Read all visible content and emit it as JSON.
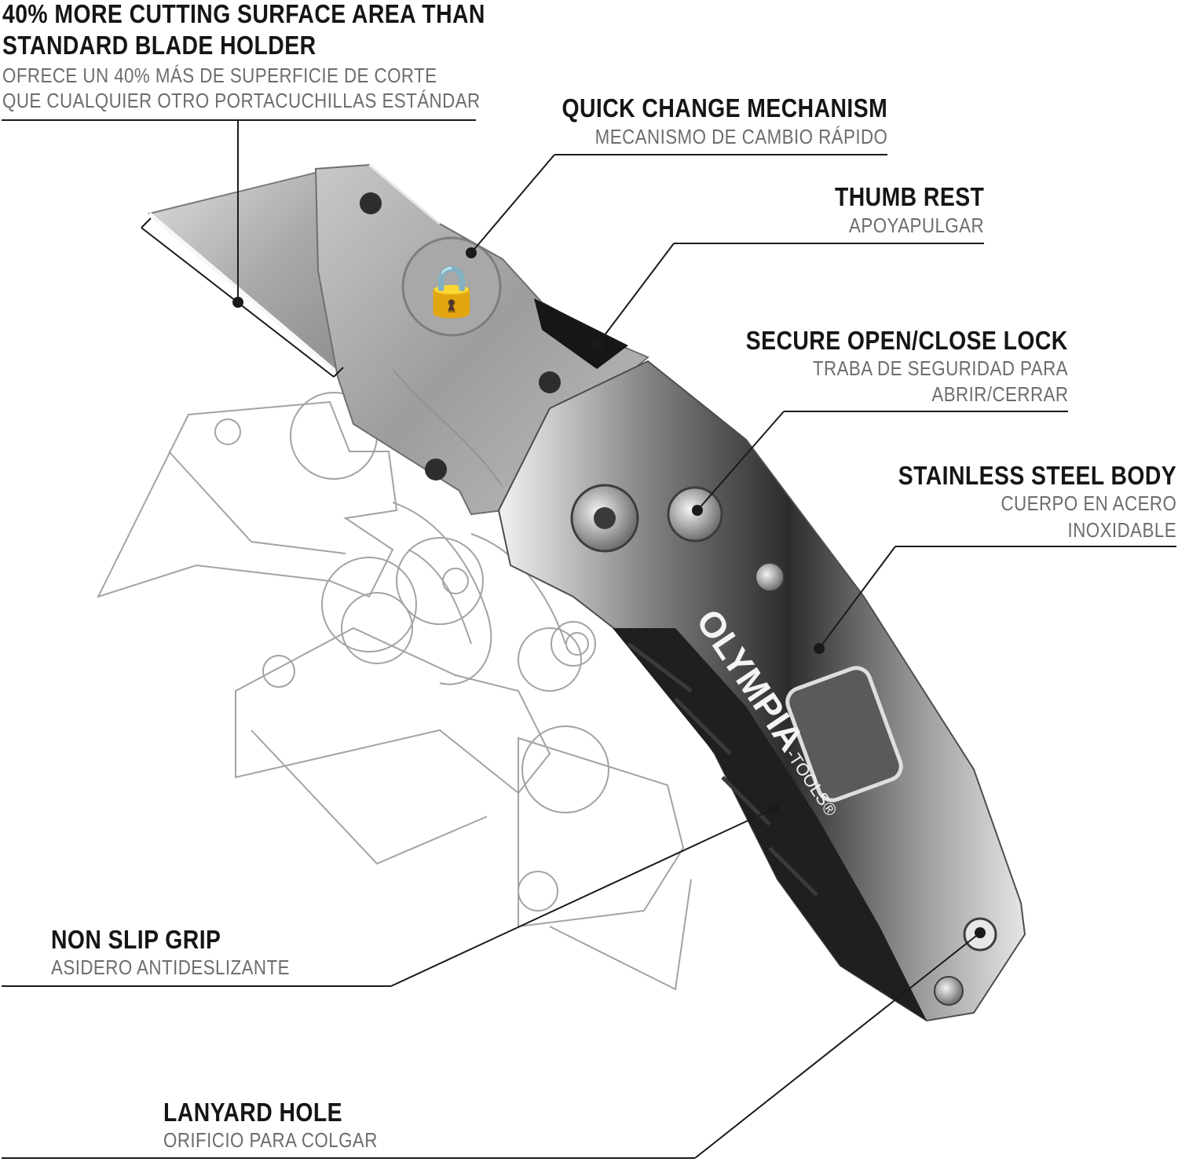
{
  "brand": {
    "name": "OLYMPIA",
    "suffix": "-TOOLS®"
  },
  "callouts": {
    "cutting_surface": {
      "title": [
        "40% MORE CUTTING SURFACE AREA THAN",
        "STANDARD BLADE HOLDER"
      ],
      "subtitle": [
        "OFRECE UN 40% MÁS DE SUPERFICIE DE CORTE",
        "QUE CUALQUIER OTRO PORTACUCHILLAS ESTÁNDAR"
      ]
    },
    "quick_change": {
      "title": "QUICK CHANGE MECHANISM",
      "subtitle": "MECANISMO DE CAMBIO RÁPIDO"
    },
    "thumb_rest": {
      "title": "THUMB REST",
      "subtitle": "APOYAPULGAR"
    },
    "lock": {
      "title": "SECURE OPEN/CLOSE LOCK",
      "subtitle": [
        "TRABA DE SEGURIDAD PARA",
        "ABRIR/CERRAR"
      ]
    },
    "body": {
      "title": "STAINLESS STEEL BODY",
      "subtitle": [
        "CUERPO EN ACERO",
        "INOXIDABLE"
      ]
    },
    "grip": {
      "title": "NON SLIP GRIP",
      "subtitle": "ASIDERO ANTIDESLIZANTE"
    },
    "lanyard": {
      "title": "LANYARD HOLE",
      "subtitle": "ORIFICIO PARA COLGAR"
    }
  },
  "colors": {
    "title": "#151515",
    "subtitle": "#6d6d6d",
    "leader": "#1a1a1a",
    "sketch": "#9a9a9a",
    "steel": "#b5b5b5",
    "grip": "#1f1f1f"
  }
}
